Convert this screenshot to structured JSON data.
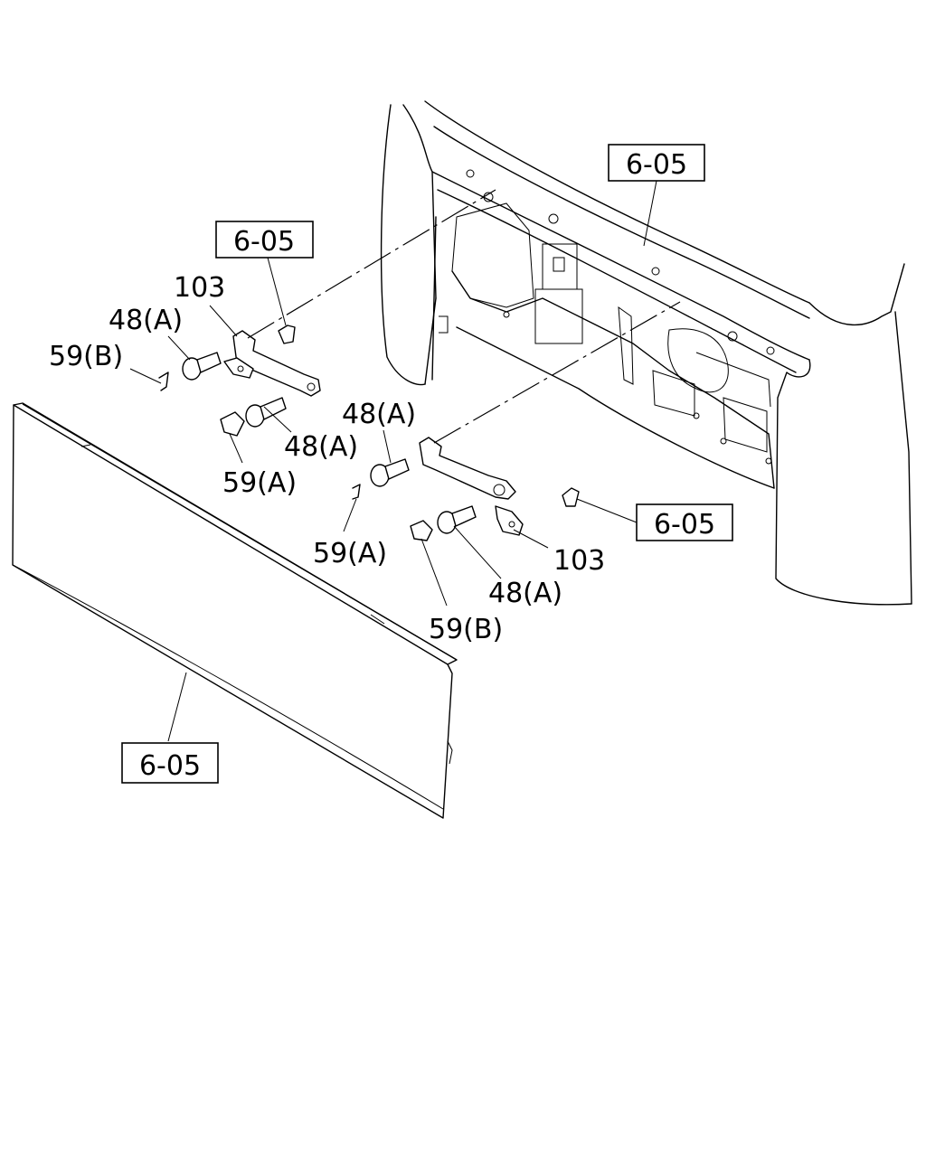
{
  "callouts": {
    "ref_top_right": "6-05",
    "ref_top_left": "6-05",
    "ref_mid_right": "6-05",
    "ref_bottom": "6-05",
    "part_103_left": "103",
    "part_103_right": "103",
    "part_48a_left_top": "48(A)",
    "part_48a_left_bottom": "48(A)",
    "part_48a_right_top": "48(A)",
    "part_48a_right_bottom": "48(A)",
    "part_59b_left": "59(B)",
    "part_59a_left": "59(A)",
    "part_59a_right": "59(A)",
    "part_59b_right": "59(B)"
  }
}
